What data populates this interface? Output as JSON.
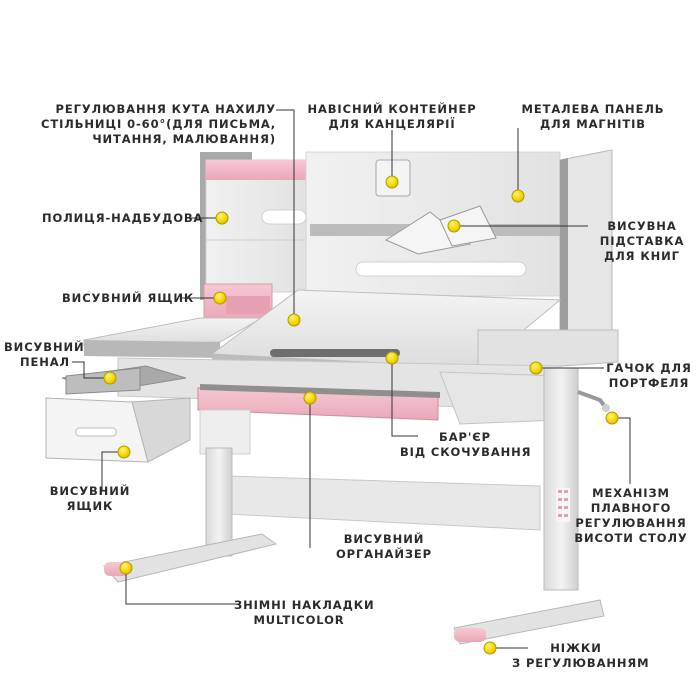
{
  "labels": {
    "tilt": [
      "РЕГУЛЮВАННЯ КУТА НАХИЛУ",
      "СТІЛЬНИЦІ 0-60°(ДЛЯ ПИСЬМА,",
      "ЧИТАННЯ, МАЛЮВАННЯ)"
    ],
    "container": [
      "НАВІСНИЙ КОНТЕЙНЕР",
      "ДЛЯ КАНЦЕЛЯРІЇ"
    ],
    "magnet_panel": [
      "МЕТАЛЕВА ПАНЕЛЬ",
      "ДЛЯ МАГНІТІВ"
    ],
    "shelf": [
      "ПОЛИЦЯ-НАДБУДОВА"
    ],
    "book_stand": [
      "ВИСУВНА",
      "ПІДСТАВКА",
      "ДЛЯ КНИГ"
    ],
    "top_drawer": [
      "ВИСУВНИЙ ЯЩИК"
    ],
    "pencil_case": [
      "ВИСУВНИЙ",
      "ПЕНАЛ"
    ],
    "hook": [
      "ГАЧОК ДЛЯ",
      "ПОРТФЕЛЯ"
    ],
    "barrier": [
      "БАР'ЄР",
      "ВІД СКОЧУВАННЯ"
    ],
    "side_drawer": [
      "ВИСУВНИЙ",
      "ЯЩИК"
    ],
    "mechanism": [
      "МЕХАНІЗМ",
      "ПЛАВНОГО",
      "РЕГУЛЮВАННЯ",
      "ВИСОТИ СТОЛУ"
    ],
    "organizer": [
      "ВИСУВНИЙ",
      "ОРГАНАЙЗЕР"
    ],
    "pads": [
      "ЗНІМНІ НАКЛАДКИ",
      "MULTICOLOR"
    ],
    "legs": [
      "НІЖКИ",
      "З РЕГУЛЮВАННЯМ"
    ]
  },
  "colors": {
    "accent_pink": "#f2b8c6",
    "desk_white": "#ececec",
    "frame_gray": "#9a9a9a",
    "marker_yellow": "#f5d800",
    "leader_line": "#333333"
  },
  "icons": {
    "marker": "yellow-dot-marker"
  }
}
